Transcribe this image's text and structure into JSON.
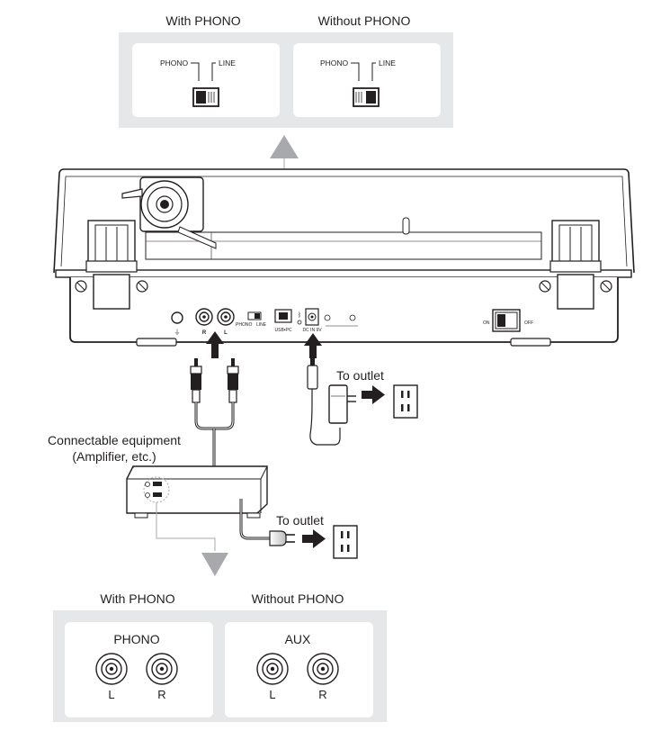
{
  "top_panel": {
    "with_title": "With PHONO",
    "without_title": "Without PHONO",
    "switch_left_label": "PHONO",
    "switch_right_label": "LINE"
  },
  "rear_panel": {
    "jack_r": "R",
    "jack_l": "L",
    "switch_phono": "PHONO",
    "switch_line": "LINE",
    "usb_label": "USB•PC",
    "dc_label": "DC IN 9V",
    "power_on": "ON",
    "power_off": "OFF"
  },
  "connections": {
    "to_outlet_1": "To outlet",
    "to_outlet_2": "To outlet",
    "equipment_line1": "Connectable equipment",
    "equipment_line2": "(Amplifier, etc.)"
  },
  "bottom_panel": {
    "with_title": "With PHONO",
    "without_title": "Without PHONO",
    "phono_label": "PHONO",
    "aux_label": "AUX",
    "left": "L",
    "right": "R"
  }
}
